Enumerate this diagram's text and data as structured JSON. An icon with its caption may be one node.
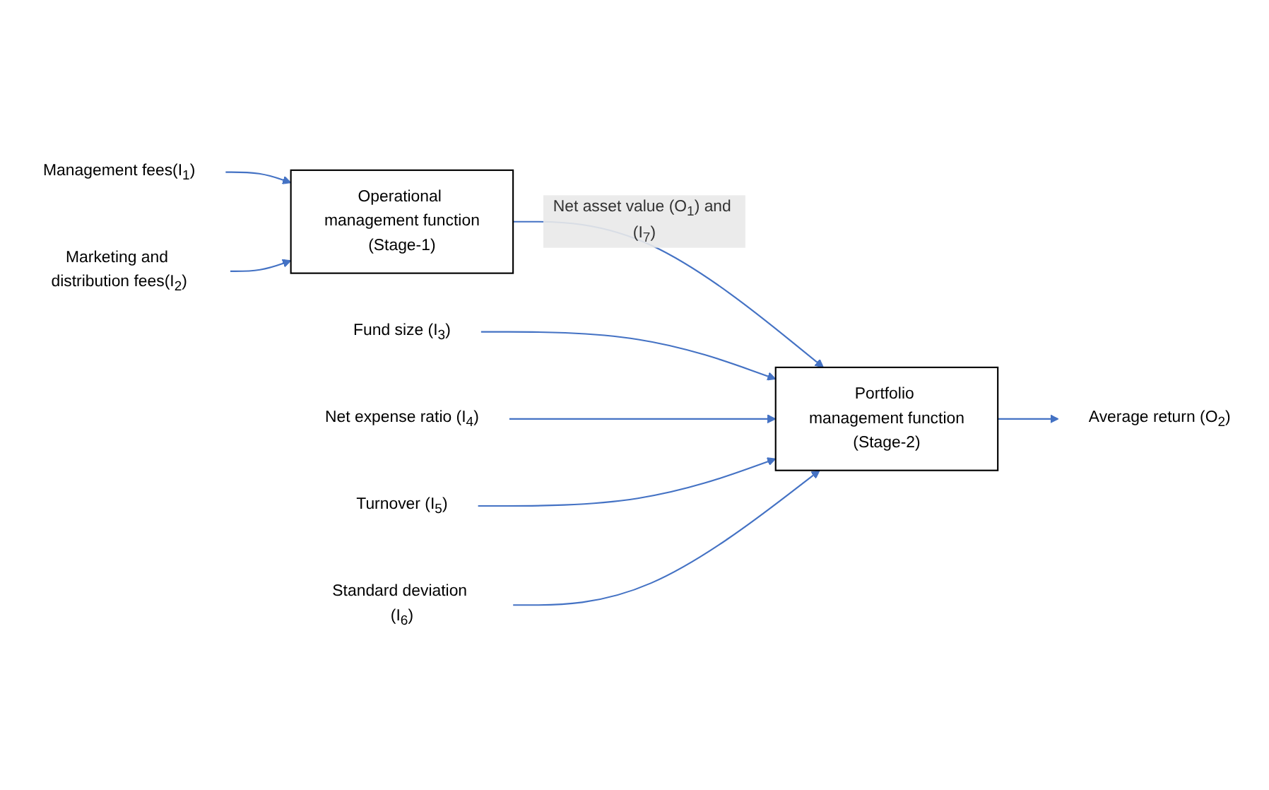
{
  "diagram": {
    "nodes": [
      {
        "text": [
          "Management fees(I$_{1}$)"
        ]
      },
      {
        "text": [
          "Marketing and distribution fees(I$_{2}$)"
        ]
      },
      {
        "text": [
          "Operational management function",
          "(Stage-1)"
        ]
      },
      {
        "text": [
          "Fund size (I$_{3}$)"
        ]
      },
      {
        "text": [
          "Portfolio management function",
          "(Stage-2)"
        ]
      },
      {
        "text": [
          "Net expense ratio (I$_{4}$)"
        ]
      },
      {
        "text": [
          "Turnover (I$_{5}$)"
        ]
      },
      {
        "text": [
          "Standard deviation (I$_{6}$)"
        ]
      },
      {
        "text": [
          "Average return (O$_{2}$)"
        ]
      }
    ],
    "edges": [
      {
        "from": 0,
        "to": 2,
        "arrow": "to"
      },
      {
        "from": 1,
        "to": 2,
        "arrow": "to"
      },
      {
        "from": 2,
        "to": 4,
        "arrow": "to",
        "label": "Net asset value (O$_{1}$) and (I$_{7}$)"
      },
      {
        "from": 3,
        "to": 4,
        "arrow": "to"
      },
      {
        "from": 5,
        "to": 4,
        "arrow": "to"
      },
      {
        "from": 6,
        "to": 4,
        "arrow": "to"
      },
      {
        "from": 7,
        "to": 4,
        "arrow": "to"
      },
      {
        "from": 4,
        "to": 8,
        "arrow": "to"
      }
    ]
  }
}
